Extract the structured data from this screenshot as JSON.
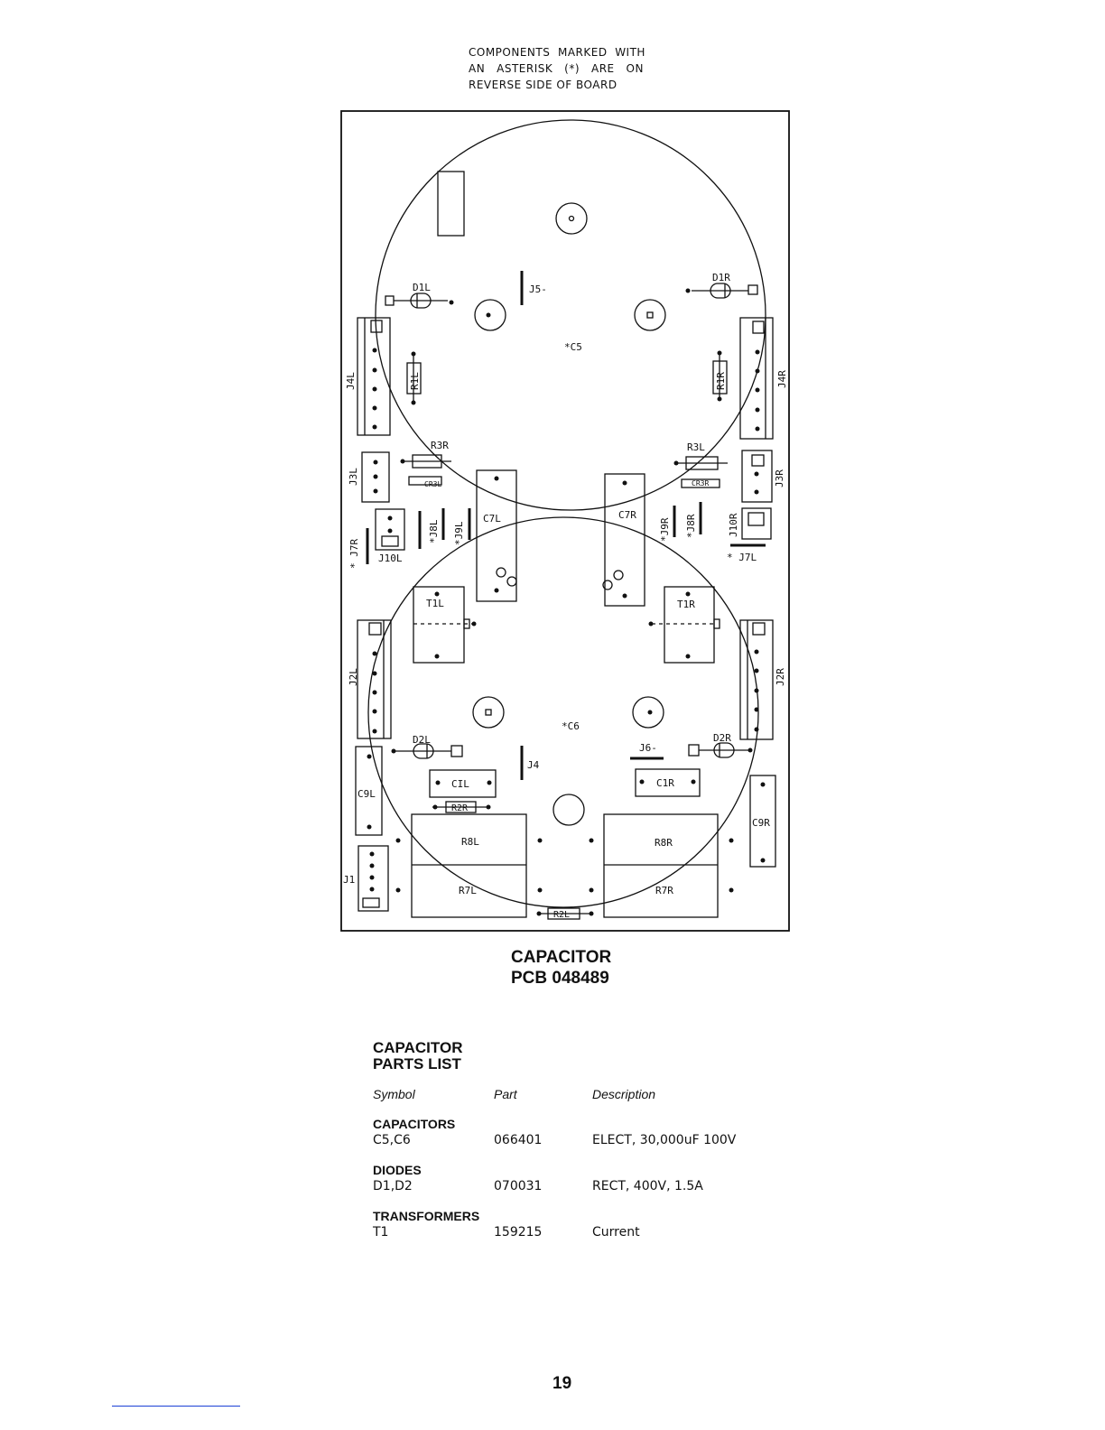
{
  "note_lines": [
    "COMPONENTS  MARKED  WITH",
    "AN   ASTERISK   (*)   ARE   ON",
    "REVERSE SIDE OF BOARD"
  ],
  "board": {
    "labels": {
      "d1l": "D1L",
      "d1r": "D1R",
      "j5": "J5-",
      "c5": "*C5",
      "j4l": "J4L",
      "j4r": "J4R",
      "r1l": "R1L",
      "r1r": "R1R",
      "r3r": "R3R",
      "r3l": "R3L",
      "j3l": "J3L",
      "j3r": "J3R",
      "c7l": "C7L",
      "c7r": "C7R",
      "j8l": "*J8L",
      "j9l": "*J9L",
      "j9r": "*J9R",
      "j8r": "*J8R",
      "j10l": "J10L",
      "j10r": "J10R",
      "j7r": "* J7R",
      "j7l": "* J7L",
      "t1l": "T1L",
      "t1r": "T1R",
      "j2l": "J2L",
      "j2r": "J2R",
      "c6": "*C6",
      "d2l": "D2L",
      "d2r": "D2R",
      "j4": "J4",
      "j6": "J6-",
      "c1l": "CIL",
      "c1r": "C1R",
      "c9l": "C9L",
      "c9r": "C9R",
      "r2r": "R2R",
      "r8l": "R8L",
      "r8r": "R8R",
      "r7l": "R7L",
      "r7r": "R7R",
      "r2l": "R2L",
      "j1": "J1",
      "cr3l": "CR3L",
      "cr3r": "CR3R"
    }
  },
  "caption": {
    "line1": "CAPACITOR",
    "line2": "PCB 048489"
  },
  "parts_list": {
    "title1": "CAPACITOR",
    "title2": "PARTS LIST",
    "headers": {
      "symbol": "Symbol",
      "part": "Part",
      "description": "Description"
    },
    "groups": [
      {
        "name": "CAPACITORS",
        "symbol": "C5,C6",
        "part": "066401",
        "description": "ELECT, 30,000uF 100V"
      },
      {
        "name": "DIODES",
        "symbol": "D1,D2",
        "part": "070031",
        "description": "RECT, 400V, 1.5A"
      },
      {
        "name": "TRANSFORMERS",
        "symbol": "T1",
        "part": "159215",
        "description": "Current"
      }
    ]
  },
  "page_number": "19"
}
